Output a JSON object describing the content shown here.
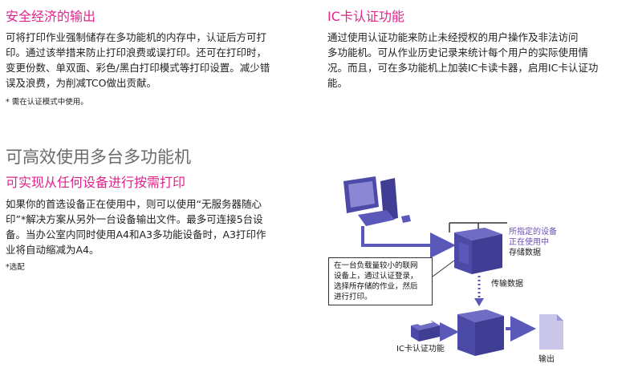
{
  "left_top": {
    "heading": "安全经济的输出",
    "lines": [
      "可将打印作业强制储存在多功能机的内存中，认证后方可打",
      "印。通过该举措来防止打印浪费或误打印。还可在打印时，",
      "变更份数、单双面、彩色/黑白打印模式等打印设置。减少错",
      "误及浪费，为削减TCO做出贡献。"
    ],
    "note": "* 需在认证模式中使用。"
  },
  "right_top": {
    "heading": "IC卡认证功能",
    "lines": [
      "通过使用认证功能来防止未经授权的用户操作及非法访问",
      "多功能机。可从作业历史记录来统计每个用户的实际使用情",
      "况。而且，可在多功能机上加装IC卡读卡器，启用IC卡认证功",
      "能。"
    ]
  },
  "section": {
    "title": "可高效使用多台多功能机",
    "subheading": "可实现从任何设备进行按需打印",
    "lines": [
      "如果你的首选设备正在使用中，则可以使用“无服务器随心",
      "印”*解决方案从另外一台设备输出文件。最多可连接5台设",
      "备。当办公室内同时使用A4和A3多功能设备时，A3打印作",
      "业将自动缩减为A4。"
    ],
    "note": "*选配"
  },
  "diagram": {
    "device_in_use": [
      "所指定的设备",
      "正在使用中"
    ],
    "store_data": "存储数据",
    "transfer_data": "传输数据",
    "callout": [
      "在一台负载量较小的联网",
      "设备上，通过认证登录，",
      "选择所存储的作业，然后",
      "进行打印。"
    ],
    "ic_card_auth": "IC卡认证功能",
    "output": "输出"
  },
  "colors": {
    "pink": "#e0238a",
    "purple": "#6a4fb3",
    "arrow": "#5a58b8",
    "device": "#4b4aa6"
  }
}
